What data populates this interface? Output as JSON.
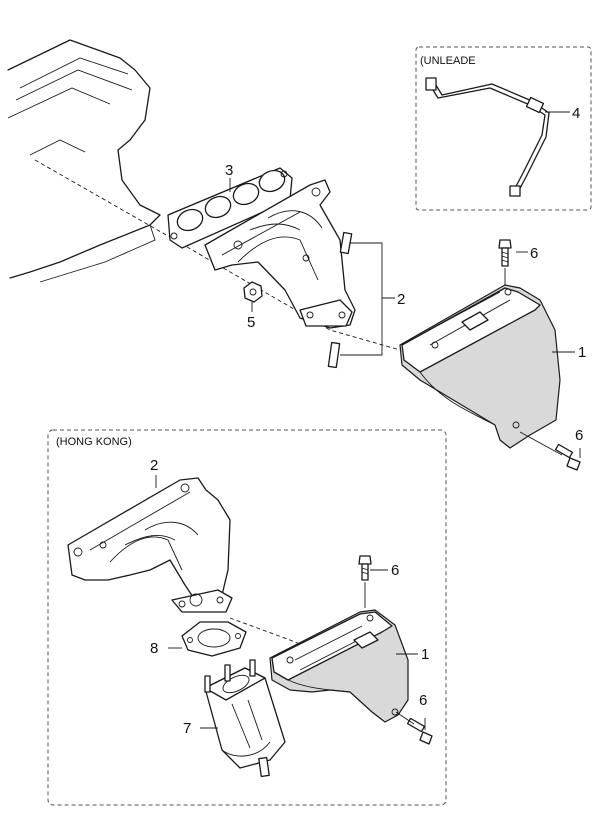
{
  "section_labels": {
    "unleaded": "(UNLEADE",
    "hong_kong": "(HONG KONG)"
  },
  "callouts": {
    "c1_top": "1",
    "c2_top": "2",
    "c3": "3",
    "c4": "4",
    "c5": "5",
    "c6_top_a": "6",
    "c6_top_b": "6",
    "c2_hk": "2",
    "c6_hk_a": "6",
    "c1_hk": "1",
    "c8": "8",
    "c7": "7",
    "c6_hk_b": "6"
  }
}
